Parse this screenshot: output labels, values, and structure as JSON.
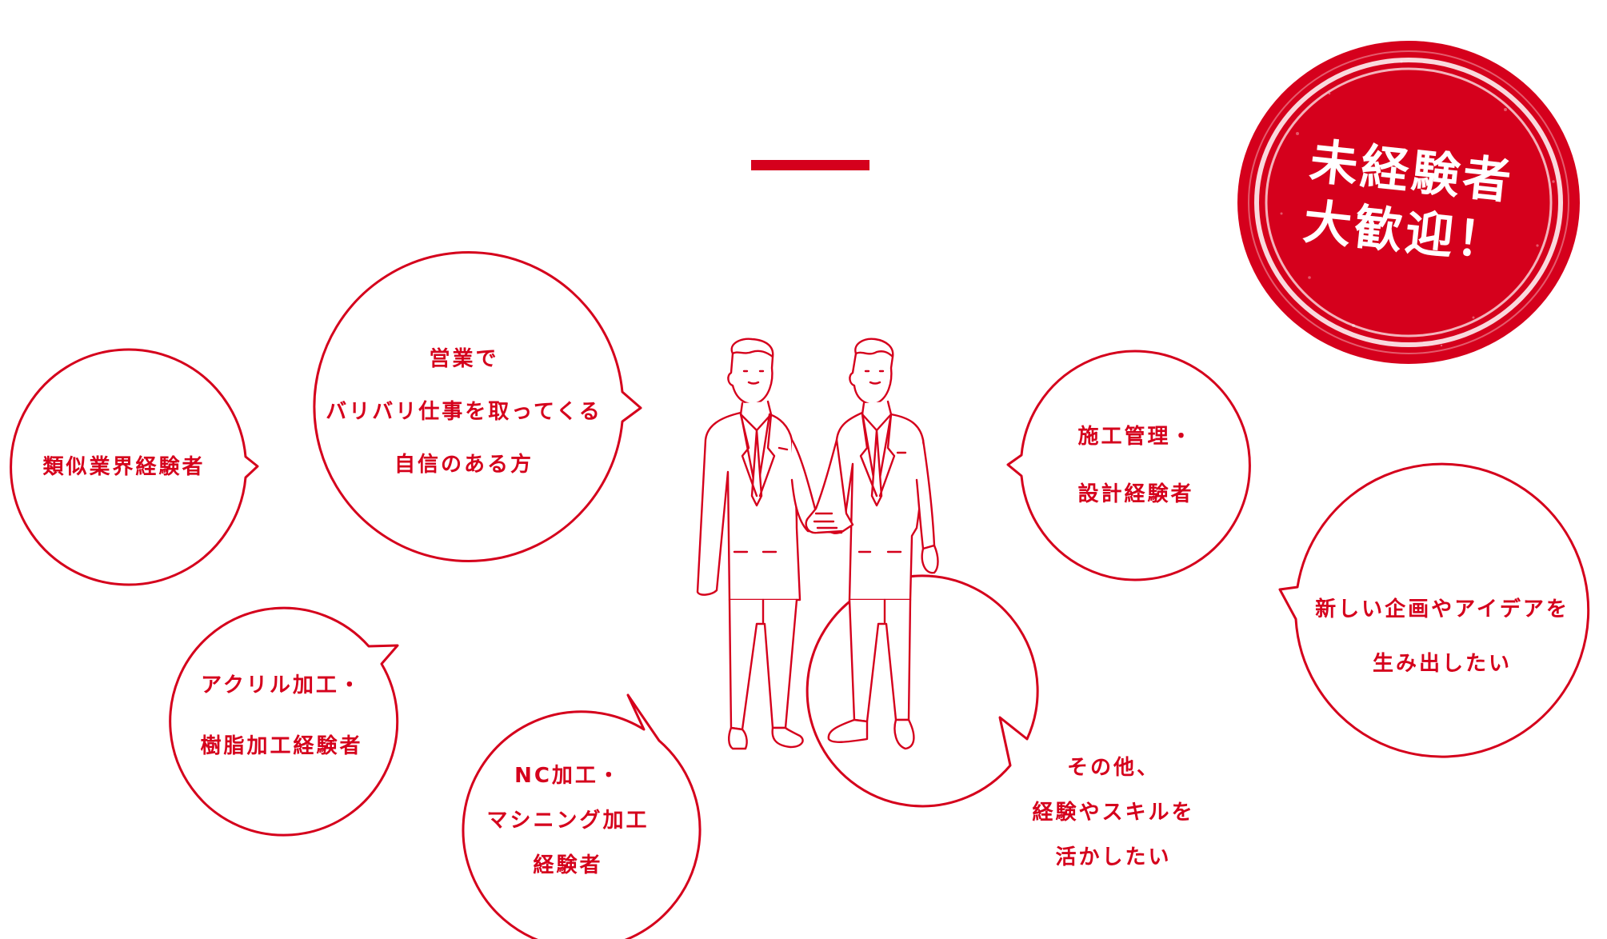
{
  "colors": {
    "accent": "#d5001c",
    "background": "#ffffff"
  },
  "stamp": {
    "lines": [
      "未経験者",
      "大歓迎！"
    ]
  },
  "bubbles": [
    {
      "id": "similar-industry",
      "lines": [
        "類似業界経験者"
      ]
    },
    {
      "id": "sales-confidence",
      "lines": [
        "営業で",
        "バリバリ仕事を取ってくる",
        "自信のある方"
      ]
    },
    {
      "id": "acrylic-resin",
      "lines": [
        "アクリル加工・",
        "樹脂加工経験者"
      ]
    },
    {
      "id": "nc-machining",
      "lines": [
        "NC加工・",
        "マシニング加工",
        "経験者"
      ]
    },
    {
      "id": "construction-design",
      "lines": [
        "施工管理・",
        "設計経験者"
      ]
    },
    {
      "id": "new-ideas",
      "lines": [
        "新しい企画やアイデアを",
        "生み出したい"
      ]
    },
    {
      "id": "other-skills",
      "lines": [
        "その他、",
        "経験やスキルを",
        "活かしたい"
      ]
    }
  ],
  "illustration": {
    "icon": "handshake-businessmen-icon"
  }
}
